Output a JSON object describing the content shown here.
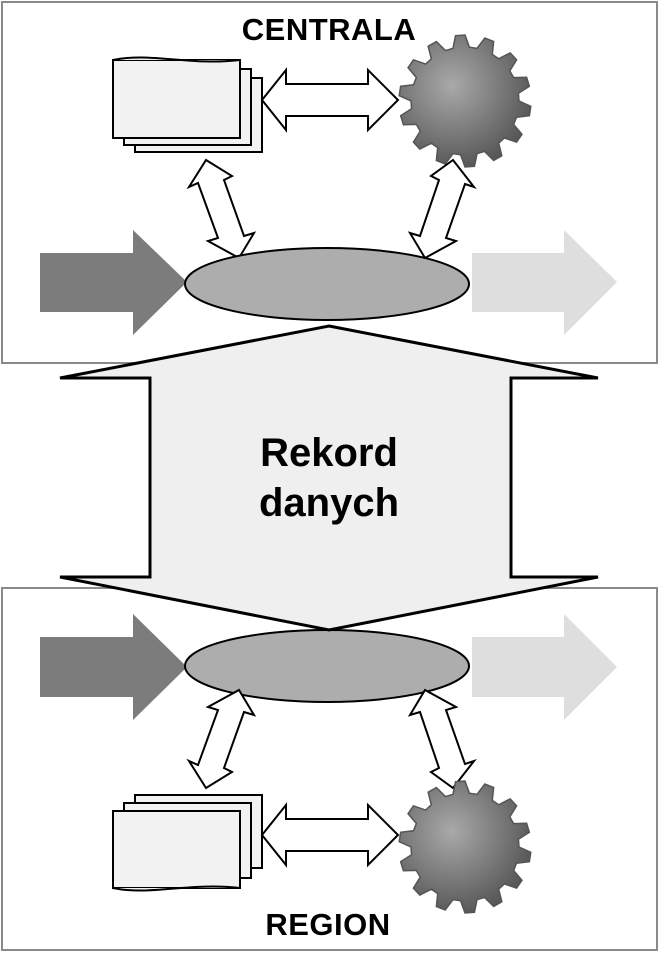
{
  "top_panel": {
    "label": "CENTRALA"
  },
  "center_record": {
    "line1": "Rekord",
    "line2": "danych"
  },
  "bottom_panel": {
    "label": "REGION"
  },
  "colors": {
    "panel_border": "#8a8a8a",
    "center_fill": "#efefef",
    "ellipse_fill": "#adadad",
    "input_arrow": "#7c7c7c",
    "output_arrow": "#dedede",
    "document_fill": "#f2f2f2",
    "gear_fill": "#777777"
  }
}
